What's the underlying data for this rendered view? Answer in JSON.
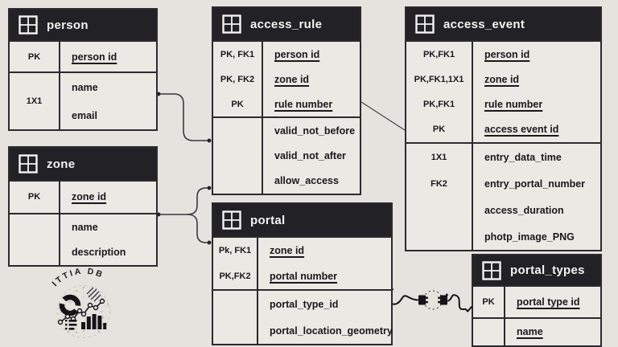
{
  "diagram": {
    "kind": "entity-relationship-diagram",
    "colors": {
      "background": "#e4e3de",
      "table_fill": "#eae9e4",
      "border": "#2b2a2e",
      "header_background": "#222126",
      "header_text": "#f4f3f1",
      "text": "#19181c"
    }
  },
  "tables": [
    {
      "id": "person",
      "title": "person",
      "sections": [
        {
          "keys": [
            "PK"
          ],
          "fields": [
            {
              "text": "person id",
              "underline": true
            }
          ]
        },
        {
          "keys": [
            "1X1"
          ],
          "fields": [
            {
              "text": "name"
            },
            {
              "text": "email"
            }
          ]
        }
      ]
    },
    {
      "id": "zone",
      "title": "zone",
      "sections": [
        {
          "keys": [
            "PK"
          ],
          "fields": [
            {
              "text": "zone id",
              "underline": true
            }
          ]
        },
        {
          "keys": [],
          "fields": [
            {
              "text": "name"
            },
            {
              "text": "description"
            }
          ]
        }
      ]
    },
    {
      "id": "access_rule",
      "title": "access_rule",
      "sections": [
        {
          "keys": [
            "PK, FK1",
            "PK, FK2",
            "PK"
          ],
          "fields": [
            {
              "text": "person id",
              "underline": true
            },
            {
              "text": "zone id",
              "underline": true
            },
            {
              "text": "rule number",
              "underline": true
            }
          ]
        },
        {
          "keys": [],
          "fields": [
            {
              "text": "valid_not_before"
            },
            {
              "text": "valid_not_after"
            },
            {
              "text": "allow_access"
            }
          ]
        }
      ]
    },
    {
      "id": "access_event",
      "title": "access_event",
      "sections": [
        {
          "keys": [
            "PK,FK1",
            "PK,FK1,1X1",
            "PK,FK1",
            "PK"
          ],
          "fields": [
            {
              "text": "person id",
              "underline": true
            },
            {
              "text": "zone id",
              "underline": true
            },
            {
              "text": "rule number",
              "underline": true
            },
            {
              "text": "access event id",
              "underline": true
            }
          ]
        },
        {
          "keys": [
            "1X1",
            "FK2",
            "",
            ""
          ],
          "fields": [
            {
              "text": "entry_data_time"
            },
            {
              "text": "entry_portal_number"
            },
            {
              "text": "access_duration"
            },
            {
              "text": "photp_image_PNG"
            }
          ]
        }
      ]
    },
    {
      "id": "portal",
      "title": "portal",
      "sections": [
        {
          "keys": [
            "Pk, FK1",
            "PK,FK2"
          ],
          "fields": [
            {
              "text": "zone id",
              "underline": true
            },
            {
              "text": "portal number",
              "underline": true
            }
          ]
        },
        {
          "keys": [],
          "fields": [
            {
              "text": "portal_type_id"
            },
            {
              "text": "portal_location_geometry"
            }
          ]
        }
      ]
    },
    {
      "id": "portal_types",
      "title": "portal_types",
      "sections": [
        {
          "keys": [
            "PK"
          ],
          "fields": [
            {
              "text": "portal type id",
              "underline": true
            }
          ]
        },
        {
          "keys": [],
          "fields": [
            {
              "text": "name",
              "underline": true
            }
          ]
        }
      ]
    }
  ],
  "connectors": [
    {
      "from": "person",
      "to": "access_rule"
    },
    {
      "from": "zone",
      "to": "access_rule"
    },
    {
      "from": "zone",
      "to": "portal"
    },
    {
      "from": "access_rule",
      "to": "access_event"
    },
    {
      "from": "portal",
      "to": "portal_types",
      "style": "squiggle-with-puzzle-plugs"
    }
  ],
  "logo": {
    "text": "ITTIA DB"
  }
}
